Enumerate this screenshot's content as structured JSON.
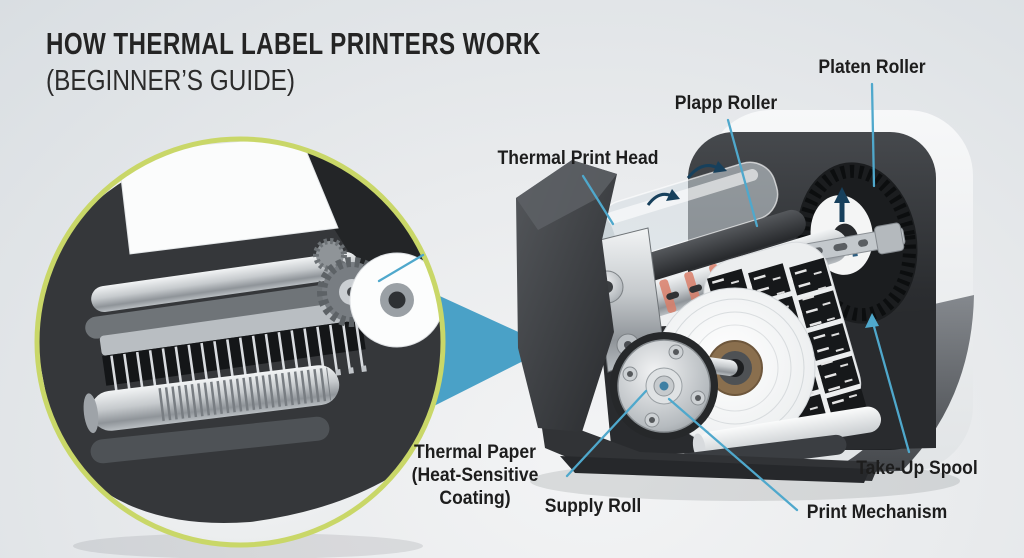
{
  "title": {
    "line1": "HOW THERMAL LABEL PRINTERS WORK",
    "line2": "(BEGINNER’S GUIDE)"
  },
  "callouts": {
    "platen_roller": "Platen Roller",
    "plapp_roller": "Plapp Roller",
    "thermal_print_head": "Thermal Print Head",
    "thermal_paper": {
      "line1": "Thermal Paper",
      "line2": "(Heat-Sensitive",
      "line3": "Coating)"
    },
    "supply_roll": "Supply Roll",
    "print_mechanism": "Print Mechanism",
    "take_up_spool": "Take-Up Spool"
  },
  "colors": {
    "leader_line": "#4FA8CC",
    "zoom_triangle": "#4AA1C7",
    "inset_ring": "#C9D768",
    "direction_arrow": "#17405C",
    "title_text": "#242424",
    "label_text": "#1D1D1D",
    "printhead_heat_marks": "#D97E68"
  }
}
